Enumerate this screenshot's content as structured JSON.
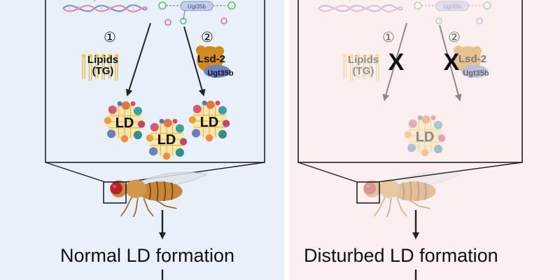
{
  "left_panel": {
    "gene_label": "Ugt35b",
    "step1_number": "①",
    "step1_label_line1": "Lipids",
    "step1_label_line2": "(TG)",
    "step2_number": "②",
    "step2_protein": "Lsd-2",
    "step2_enzyme": "Ugt35b",
    "droplet_labels": [
      "LD",
      "LD",
      "LD"
    ],
    "caption": "Normal LD formation"
  },
  "right_panel": {
    "gene_label": "Ugt35b",
    "step1_number": "①",
    "step1_label_line1": "Lipids",
    "step1_label_line2": "(TG)",
    "step2_number": "②",
    "step2_protein": "Lsd-2",
    "step2_enzyme": "Ugt35b",
    "blocked_marks": [
      "X",
      "X"
    ],
    "droplet_labels": [
      "LD"
    ],
    "caption": "Disturbed LD formation"
  },
  "colors": {
    "normal_background": "#e8f0fa",
    "disturbed_background": "#fbefef",
    "lipid": "#f5c842",
    "lsd2": "#d08a1e",
    "ugt35b": "#6e83c4",
    "fly_body": "#c8863a",
    "fly_eye": "#b8202a"
  },
  "icons": [
    "dna-icon",
    "gene-circuit-icon",
    "lipid-bilayer-icon",
    "lipid-droplet-icon",
    "fruit-fly-icon",
    "arrow-down-icon",
    "x-mark-icon"
  ]
}
